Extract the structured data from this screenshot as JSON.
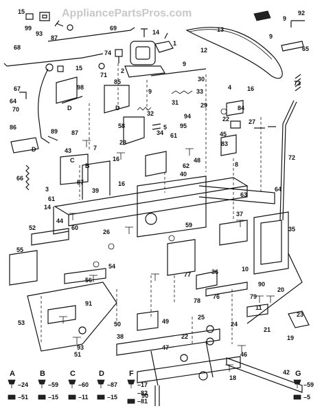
{
  "watermark": "AppliancePartsPros.com",
  "callouts": [
    {
      "id": "c15a",
      "text": "15"
    },
    {
      "id": "c99",
      "text": "99"
    },
    {
      "id": "c93a",
      "text": "93"
    },
    {
      "id": "c87a",
      "text": "87"
    },
    {
      "id": "c69",
      "text": "69"
    },
    {
      "id": "c14a",
      "text": "14"
    },
    {
      "id": "c92",
      "text": "92"
    },
    {
      "id": "c9a",
      "text": "9"
    },
    {
      "id": "c13",
      "text": "13"
    },
    {
      "id": "c68",
      "text": "68"
    },
    {
      "id": "c74",
      "text": "74"
    },
    {
      "id": "c1",
      "text": "1"
    },
    {
      "id": "c12",
      "text": "12"
    },
    {
      "id": "c9b",
      "text": "9"
    },
    {
      "id": "c65",
      "text": "65"
    },
    {
      "id": "c15b",
      "text": "15"
    },
    {
      "id": "c71",
      "text": "71"
    },
    {
      "id": "c2",
      "text": "2"
    },
    {
      "id": "c9c",
      "text": "9"
    },
    {
      "id": "c73",
      "text": "73"
    },
    {
      "id": "c67",
      "text": "67"
    },
    {
      "id": "c98",
      "text": "98"
    },
    {
      "id": "c85",
      "text": "85"
    },
    {
      "id": "c30",
      "text": "30"
    },
    {
      "id": "c33",
      "text": "33"
    },
    {
      "id": "c4a",
      "text": "4"
    },
    {
      "id": "c16a",
      "text": "16"
    },
    {
      "id": "c64a",
      "text": "64"
    },
    {
      "id": "c70",
      "text": "70"
    },
    {
      "id": "c9d",
      "text": "9"
    },
    {
      "id": "c31",
      "text": "31"
    },
    {
      "id": "c29",
      "text": "29"
    },
    {
      "id": "c84",
      "text": "84"
    },
    {
      "id": "cDa",
      "text": "D"
    },
    {
      "id": "cDb",
      "text": "D"
    },
    {
      "id": "c32",
      "text": "32"
    },
    {
      "id": "c94",
      "text": "94"
    },
    {
      "id": "c22a",
      "text": "22"
    },
    {
      "id": "c27",
      "text": "27"
    },
    {
      "id": "c58",
      "text": "58"
    },
    {
      "id": "c95",
      "text": "95"
    },
    {
      "id": "c86",
      "text": "86"
    },
    {
      "id": "c89",
      "text": "89"
    },
    {
      "id": "c87b",
      "text": "87"
    },
    {
      "id": "c5",
      "text": "5"
    },
    {
      "id": "c61a",
      "text": "61"
    },
    {
      "id": "c34",
      "text": "34"
    },
    {
      "id": "c45",
      "text": "45"
    },
    {
      "id": "c83",
      "text": "83"
    },
    {
      "id": "cDc",
      "text": "D"
    },
    {
      "id": "c28",
      "text": "28"
    },
    {
      "id": "c43a",
      "text": "43"
    },
    {
      "id": "c7",
      "text": "7"
    },
    {
      "id": "c72",
      "text": "72"
    },
    {
      "id": "c16b",
      "text": "16"
    },
    {
      "id": "c62",
      "text": "62"
    },
    {
      "id": "c48",
      "text": "48"
    },
    {
      "id": "c8",
      "text": "8"
    },
    {
      "id": "c40",
      "text": "40"
    },
    {
      "id": "cC",
      "text": "C"
    },
    {
      "id": "cB",
      "text": "B"
    },
    {
      "id": "c66",
      "text": "66"
    },
    {
      "id": "c57",
      "text": "57"
    },
    {
      "id": "c3a",
      "text": "3"
    },
    {
      "id": "c39",
      "text": "39"
    },
    {
      "id": "c61b",
      "text": "61"
    },
    {
      "id": "c63",
      "text": "63"
    },
    {
      "id": "c64b",
      "text": "64"
    },
    {
      "id": "c16c",
      "text": "16"
    },
    {
      "id": "c14b",
      "text": "14"
    },
    {
      "id": "c26",
      "text": "26"
    },
    {
      "id": "c52",
      "text": "52"
    },
    {
      "id": "c44",
      "text": "44"
    },
    {
      "id": "c60",
      "text": "60"
    },
    {
      "id": "c37",
      "text": "37"
    },
    {
      "id": "c59",
      "text": "59"
    },
    {
      "id": "c35",
      "text": "35"
    },
    {
      "id": "c10",
      "text": "10"
    },
    {
      "id": "c55",
      "text": "55"
    },
    {
      "id": "c54a",
      "text": "54"
    },
    {
      "id": "c56",
      "text": "56"
    },
    {
      "id": "c76",
      "text": "76"
    },
    {
      "id": "c77",
      "text": "77"
    },
    {
      "id": "c36",
      "text": "36"
    },
    {
      "id": "c78",
      "text": "78"
    },
    {
      "id": "c90a",
      "text": "90"
    },
    {
      "id": "c79",
      "text": "79"
    },
    {
      "id": "c91",
      "text": "91"
    },
    {
      "id": "c49",
      "text": "49"
    },
    {
      "id": "c20",
      "text": "20"
    },
    {
      "id": "c11",
      "text": "11"
    },
    {
      "id": "c21",
      "text": "21"
    },
    {
      "id": "c23",
      "text": "23"
    },
    {
      "id": "c53",
      "text": "53"
    },
    {
      "id": "c50",
      "text": "50"
    },
    {
      "id": "c25",
      "text": "25"
    },
    {
      "id": "c24",
      "text": "24"
    },
    {
      "id": "c19",
      "text": "19"
    },
    {
      "id": "c38",
      "text": "38"
    },
    {
      "id": "c47",
      "text": "47"
    },
    {
      "id": "c22b",
      "text": "22"
    },
    {
      "id": "c46",
      "text": "46"
    },
    {
      "id": "c51",
      "text": "51"
    },
    {
      "id": "c42",
      "text": "42"
    },
    {
      "id": "c18",
      "text": "18"
    },
    {
      "id": "c90b",
      "text": "90"
    },
    {
      "id": "c93b",
      "text": "93"
    }
  ],
  "legend": [
    {
      "letter": "A",
      "top": "24",
      "bottom": "51"
    },
    {
      "letter": "B",
      "top": "59",
      "bottom": "15"
    },
    {
      "letter": "C",
      "top": "60",
      "bottom": "11"
    },
    {
      "letter": "D",
      "top": "87",
      "bottom": "15"
    },
    {
      "letter": "F",
      "top": "17",
      "mid": "82",
      "bottom": "81"
    },
    {
      "letter": "G",
      "top": "59",
      "bottom": "5"
    }
  ]
}
